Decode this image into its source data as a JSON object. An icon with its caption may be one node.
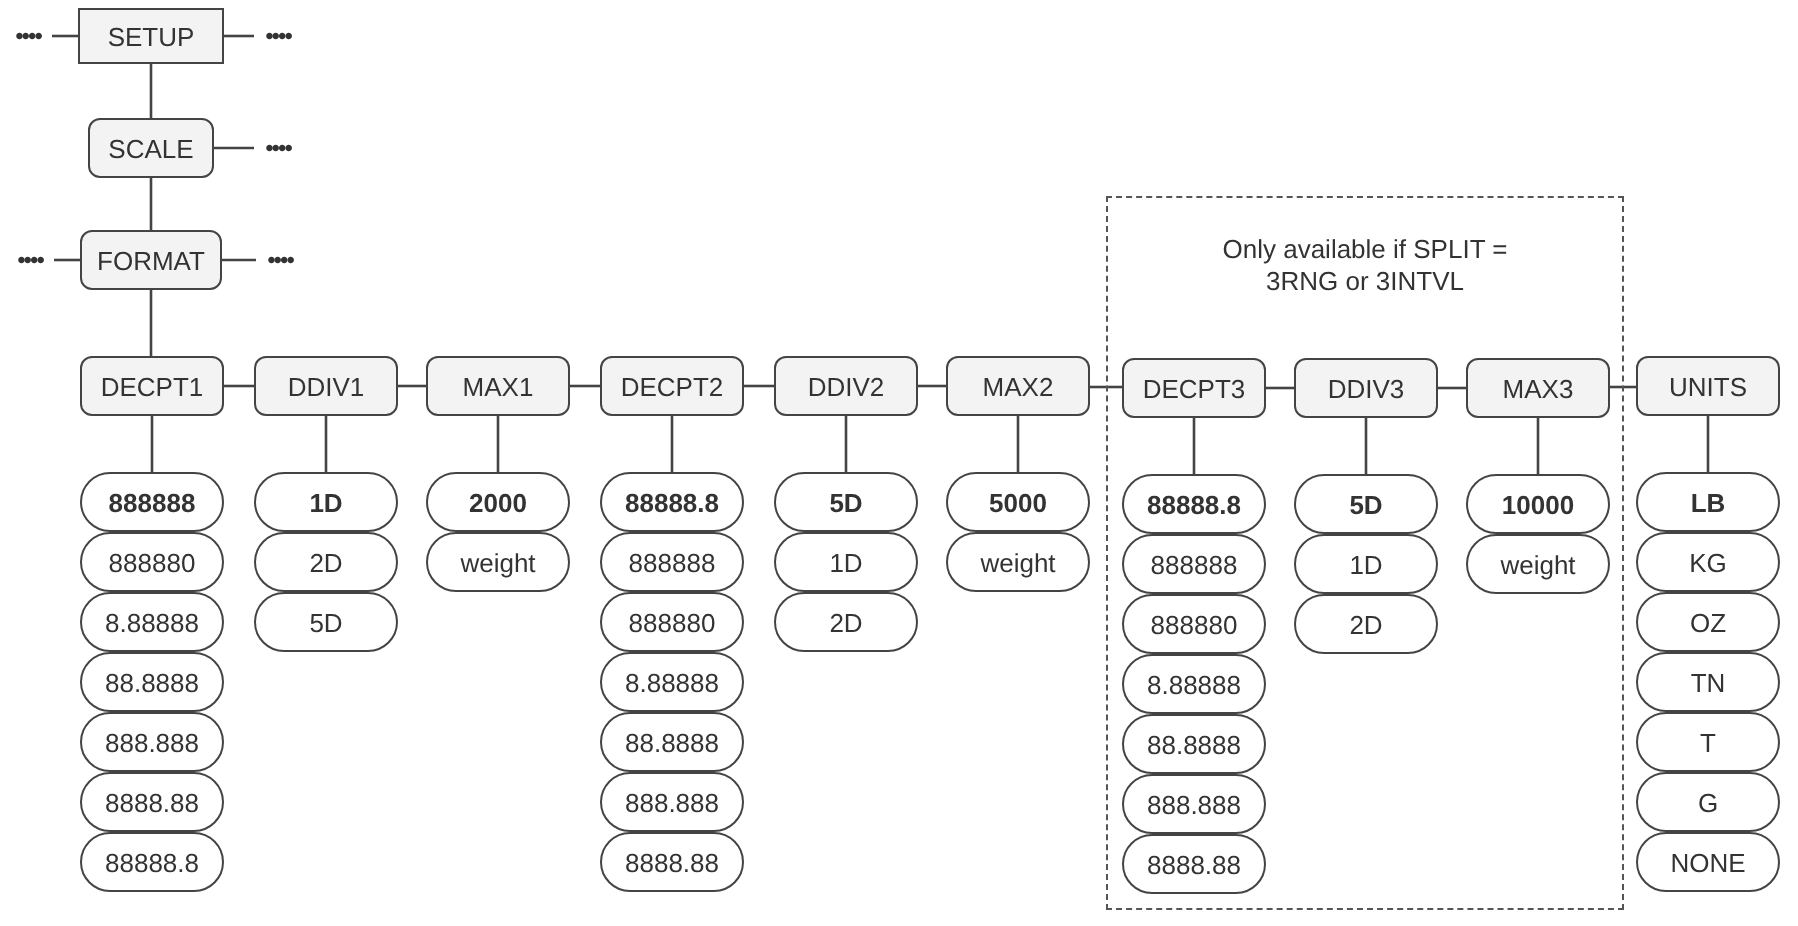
{
  "diagram": {
    "nodes": [
      {
        "text": [
          "••••"
        ]
      },
      {
        "text": [
          "SETUP"
        ]
      },
      {
        "text": [
          "••••"
        ]
      },
      {
        "text": [
          "SCALE"
        ]
      },
      {
        "text": [
          "••••"
        ]
      },
      {
        "text": [
          "••••"
        ]
      },
      {
        "text": [
          "FORMAT"
        ]
      },
      {
        "text": [
          "••••"
        ]
      },
      {
        "text": [
          "Only available if SPLIT = 3RNG or 3INTVL"
        ]
      },
      {
        "text": [
          "DECPT1"
        ]
      },
      {
        "text": [
          "DDIV1"
        ]
      },
      {
        "text": [
          "MAX1"
        ]
      },
      {
        "text": [
          "DECPT2"
        ]
      },
      {
        "text": [
          "DDIV2"
        ]
      },
      {
        "text": [
          "MAX2"
        ]
      },
      {
        "text": [
          "DECPT3"
        ],
        "in": 8
      },
      {
        "text": [
          "DDIV3"
        ],
        "in": 8
      },
      {
        "text": [
          "MAX3"
        ],
        "in": 8
      },
      {
        "text": [
          "UNITS"
        ]
      },
      {
        "text": [
          "888888"
        ]
      },
      {
        "text": [
          "888880"
        ]
      },
      {
        "text": [
          "8.88888"
        ]
      },
      {
        "text": [
          "88.8888"
        ]
      },
      {
        "text": [
          "888.888"
        ]
      },
      {
        "text": [
          "8888.88"
        ]
      },
      {
        "text": [
          "88888.8"
        ]
      },
      {
        "text": [
          "1D"
        ]
      },
      {
        "text": [
          "2D"
        ]
      },
      {
        "text": [
          "5D"
        ]
      },
      {
        "text": [
          "2000"
        ]
      },
      {
        "text": [
          "weight"
        ]
      },
      {
        "text": [
          "88888.8"
        ]
      },
      {
        "text": [
          "888888"
        ]
      },
      {
        "text": [
          "888880"
        ]
      },
      {
        "text": [
          "8.88888"
        ]
      },
      {
        "text": [
          "88.8888"
        ]
      },
      {
        "text": [
          "888.888"
        ]
      },
      {
        "text": [
          "8888.88"
        ]
      },
      {
        "text": [
          "5D"
        ]
      },
      {
        "text": [
          "1D"
        ]
      },
      {
        "text": [
          "2D"
        ]
      },
      {
        "text": [
          "5000"
        ]
      },
      {
        "text": [
          "weight"
        ]
      },
      {
        "text": [
          "88888.8"
        ],
        "in": 8
      },
      {
        "text": [
          "888888"
        ],
        "in": 8
      },
      {
        "text": [
          "888880"
        ],
        "in": 8
      },
      {
        "text": [
          "8.88888"
        ],
        "in": 8
      },
      {
        "text": [
          "88.8888"
        ],
        "in": 8
      },
      {
        "text": [
          "888.888"
        ],
        "in": 8
      },
      {
        "text": [
          "8888.88"
        ],
        "in": 8
      },
      {
        "text": [
          "5D"
        ],
        "in": 8
      },
      {
        "text": [
          "1D"
        ],
        "in": 8
      },
      {
        "text": [
          "2D"
        ],
        "in": 8
      },
      {
        "text": [
          "10000"
        ],
        "in": 8
      },
      {
        "text": [
          "weight"
        ],
        "in": 8
      },
      {
        "text": [
          "LB"
        ]
      },
      {
        "text": [
          "KG"
        ]
      },
      {
        "text": [
          "OZ"
        ]
      },
      {
        "text": [
          "TN"
        ]
      },
      {
        "text": [
          "T"
        ]
      },
      {
        "text": [
          "G"
        ]
      },
      {
        "text": [
          "NONE"
        ]
      }
    ],
    "edges": [
      {
        "from": 0,
        "to": 1,
        "arrow": "none"
      },
      {
        "from": 1,
        "to": 2,
        "arrow": "none"
      },
      {
        "from": 1,
        "to": 3,
        "arrow": "none"
      },
      {
        "from": 3,
        "to": 4,
        "arrow": "none"
      },
      {
        "from": 3,
        "to": 6,
        "arrow": "none"
      },
      {
        "from": 5,
        "to": 6,
        "arrow": "none"
      },
      {
        "from": 6,
        "to": 7,
        "arrow": "none"
      },
      {
        "from": 6,
        "to": 9,
        "arrow": "none"
      },
      {
        "from": 9,
        "to": 10,
        "arrow": "none"
      },
      {
        "from": 10,
        "to": 11,
        "arrow": "none"
      },
      {
        "from": 11,
        "to": 12,
        "arrow": "none"
      },
      {
        "from": 12,
        "to": 13,
        "arrow": "none"
      },
      {
        "from": 13,
        "to": 14,
        "arrow": "none"
      },
      {
        "from": 14,
        "to": 15,
        "arrow": "none"
      },
      {
        "from": 15,
        "to": 16,
        "arrow": "none"
      },
      {
        "from": 16,
        "to": 17,
        "arrow": "none"
      },
      {
        "from": 17,
        "to": 18,
        "arrow": "none"
      },
      {
        "from": 9,
        "to": 19,
        "arrow": "none"
      },
      {
        "from": 10,
        "to": 26,
        "arrow": "none"
      },
      {
        "from": 11,
        "to": 29,
        "arrow": "none"
      },
      {
        "from": 12,
        "to": 31,
        "arrow": "none"
      },
      {
        "from": 13,
        "to": 38,
        "arrow": "none"
      },
      {
        "from": 14,
        "to": 41,
        "arrow": "none"
      },
      {
        "from": 15,
        "to": 43,
        "arrow": "none"
      },
      {
        "from": 16,
        "to": 50,
        "arrow": "none"
      },
      {
        "from": 17,
        "to": 53,
        "arrow": "none"
      },
      {
        "from": 18,
        "to": 55,
        "arrow": "none"
      }
    ]
  }
}
